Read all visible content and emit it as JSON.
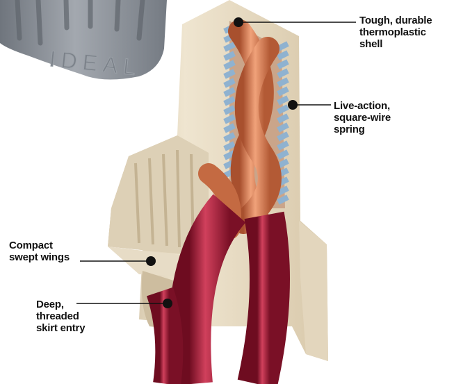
{
  "callouts": {
    "shell": {
      "lines": [
        "Tough, durable",
        "thermoplastic",
        "shell"
      ]
    },
    "spring": {
      "lines": [
        "Live-action,",
        "square-wire",
        "spring"
      ]
    },
    "wings": {
      "lines": [
        "Compact",
        "swept wings"
      ]
    },
    "skirt": {
      "lines": [
        "Deep,",
        "threaded",
        "skirt entry"
      ]
    }
  },
  "logo_text": "IDEAL",
  "colors": {
    "shell": "#e8dcc4",
    "shell_shadow": "#c9b99a",
    "spring": "#a8c4dc",
    "copper": "#d9825a",
    "copper_dark": "#a8502e",
    "insulation": "#b8203c",
    "insulation_dark": "#7a1026",
    "gray_cap": "#8e949c",
    "leader": "#111111"
  }
}
